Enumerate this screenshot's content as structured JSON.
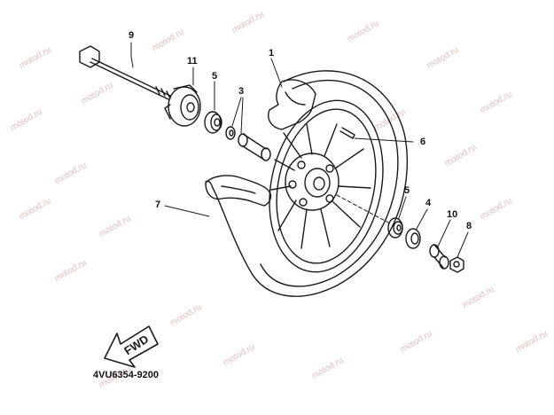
{
  "diagram": {
    "part_code": "4VU6354-9200",
    "fwd_label": "FWD",
    "watermark_text": "motod.ru",
    "callouts": {
      "c1": "1",
      "c3": "3",
      "c4": "4",
      "c5a": "5",
      "c5b": "5",
      "c6": "6",
      "c7": "7",
      "c8": "8",
      "c9": "9",
      "c10": "10",
      "c11": "11"
    },
    "line_color": "#1a1a1a",
    "watermark_color": "#d9a3a3"
  }
}
